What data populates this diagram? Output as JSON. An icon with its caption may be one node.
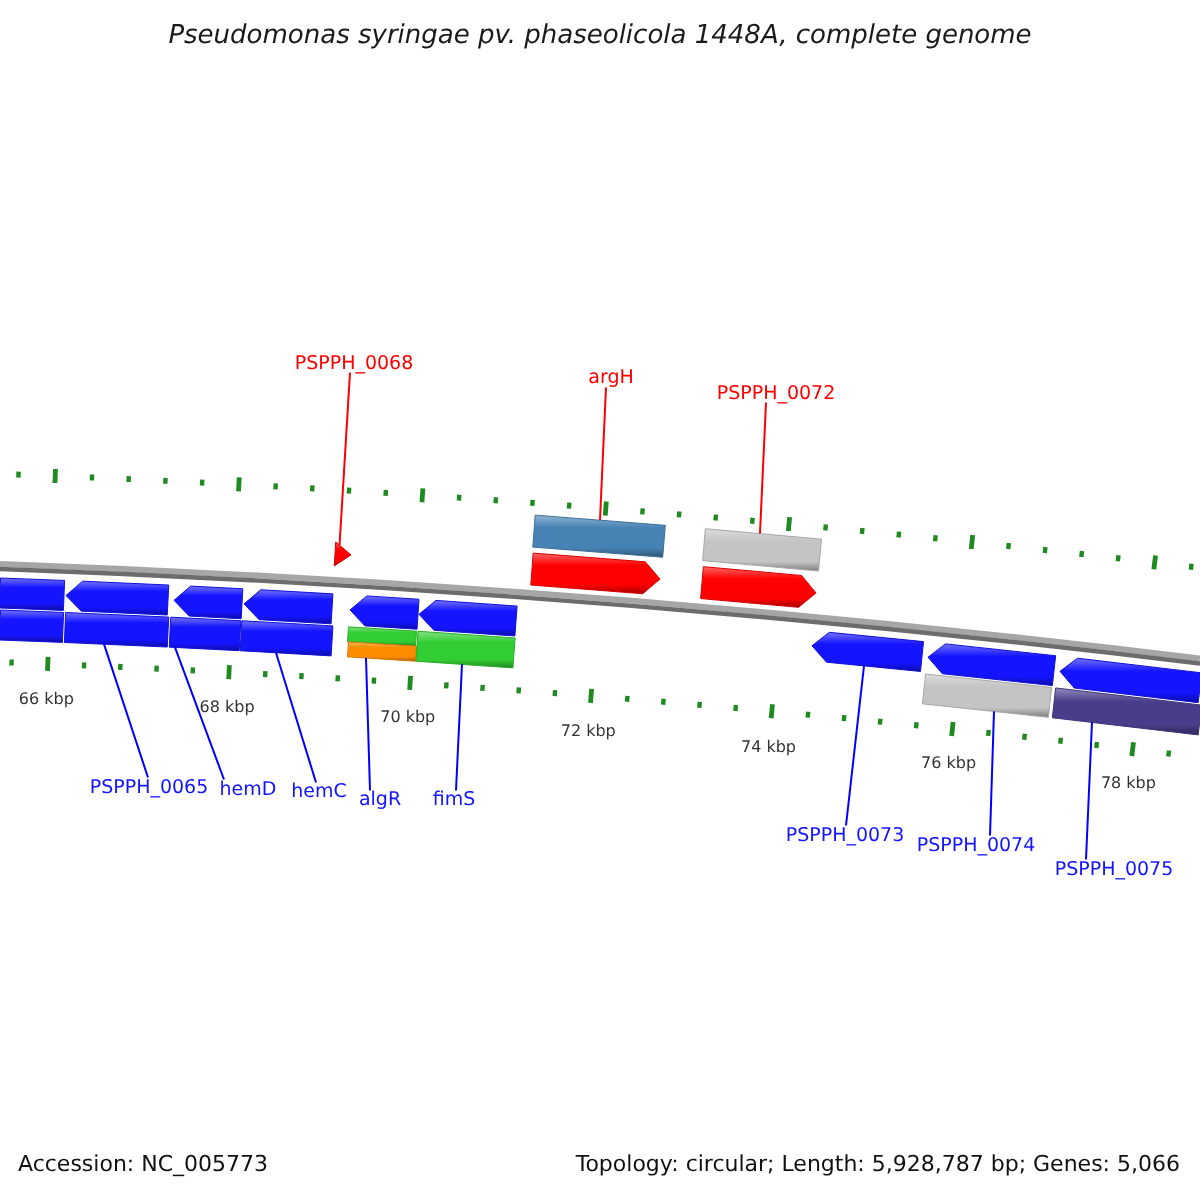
{
  "diagram": {
    "title": "Pseudomonas syringae pv. phaseolicola 1448A, complete genome",
    "nodes": [
      {
        "text": [
          "PSPPH_0068"
        ]
      },
      {
        "text": [
          "argH"
        ]
      },
      {
        "text": [
          "PSPPH_0072"
        ]
      },
      {
        "text": [],
        "shape": "bar"
      },
      {
        "text": [],
        "shape": "bar"
      },
      {
        "text": [],
        "shape": "triangle"
      },
      {
        "text": [],
        "shape": "arrow"
      },
      {
        "text": [],
        "shape": "arrow"
      },
      {
        "text": [],
        "shape": "bar"
      },
      {
        "text": [],
        "shape": "arrow"
      },
      {
        "text": [],
        "shape": "arrow"
      },
      {
        "text": [],
        "shape": "arrow"
      },
      {
        "text": [],
        "shape": "arrow"
      },
      {
        "text": [],
        "shape": "arrow"
      },
      {
        "text": [],
        "shape": "arrow"
      },
      {
        "text": [],
        "shape": "arrow"
      },
      {
        "text": [],
        "shape": "arrow"
      },
      {
        "text": [],
        "shape": "bar"
      },
      {
        "text": [],
        "shape": "bar"
      },
      {
        "text": [],
        "shape": "bar"
      },
      {
        "text": [],
        "shape": "bar"
      },
      {
        "text": [],
        "shape": "bar"
      },
      {
        "text": [],
        "shape": "bar"
      },
      {
        "text": [],
        "shape": "bar"
      },
      {
        "text": [],
        "shape": "bar"
      },
      {
        "text": [],
        "shape": "bar"
      },
      {
        "text": [
          "PSPPH_0065"
        ]
      },
      {
        "text": [
          "hemD"
        ]
      },
      {
        "text": [
          "hemC"
        ]
      },
      {
        "text": [
          "algR"
        ]
      },
      {
        "text": [
          "fimS"
        ]
      },
      {
        "text": [
          "PSPPH_0073"
        ]
      },
      {
        "text": [
          "PSPPH_0074"
        ]
      },
      {
        "text": [
          "PSPPH_0075"
        ]
      }
    ],
    "edges": [
      {
        "from": 0,
        "to": 5,
        "arrow": "none",
        "color": "#ff0000"
      },
      {
        "from": 1,
        "to": 3,
        "arrow": "none",
        "color": "#ff0000"
      },
      {
        "from": 2,
        "to": 4,
        "arrow": "none",
        "color": "#ff0000"
      },
      {
        "from": 26,
        "to": 18,
        "arrow": "none"
      },
      {
        "from": 27,
        "to": 19,
        "arrow": "none"
      },
      {
        "from": 28,
        "to": 20,
        "arrow": "none"
      },
      {
        "from": 29,
        "to": 22,
        "arrow": "none"
      },
      {
        "from": 30,
        "to": 23,
        "arrow": "none"
      },
      {
        "from": 31,
        "to": 14,
        "arrow": "none"
      },
      {
        "from": 32,
        "to": 24,
        "arrow": "none"
      },
      {
        "from": 33,
        "to": 25,
        "arrow": "none"
      }
    ],
    "labels": [
      "66 kbp",
      "68 kbp",
      "70 kbp",
      "72 kbp",
      "74 kbp",
      "76 kbp",
      "78 kbp",
      "Accession: NC_005773",
      "Topology: circular; Length: 5,928,787 bp; Genes: 5,066"
    ]
  }
}
